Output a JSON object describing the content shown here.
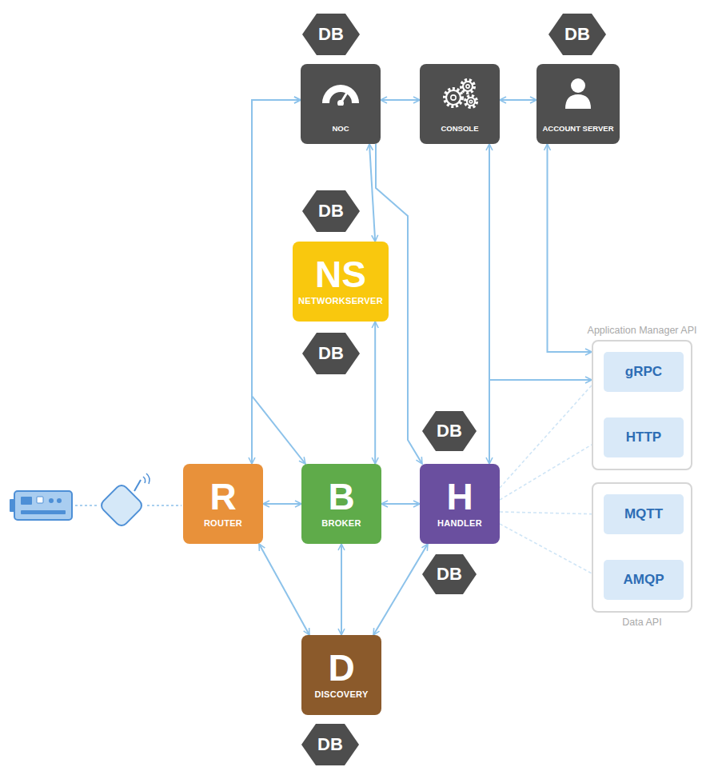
{
  "diagram": {
    "nodes": [
      {
        "text": [
          "DB"
        ]
      },
      {
        "text": [
          "DB"
        ]
      },
      {
        "text": [
          "NOC"
        ]
      },
      {
        "text": [
          "CONSOLE"
        ]
      },
      {
        "text": [
          "ACCOUNT SERVER"
        ]
      },
      {
        "text": [
          "DB"
        ]
      },
      {
        "text": [
          "NS",
          "NETWORKSERVER"
        ]
      },
      {
        "text": [
          "DB"
        ]
      },
      {
        "text": [
          "Application Manager API"
        ]
      },
      {
        "text": [
          "gRPC"
        ],
        "in": 8
      },
      {
        "text": [
          "HTTP"
        ],
        "in": 8
      },
      {
        "text": [
          "DB"
        ]
      },
      {
        "text": [
          "R",
          "ROUTER"
        ]
      },
      {
        "text": [
          "B",
          "BROKER"
        ]
      },
      {
        "text": [
          "H",
          "HANDLER"
        ]
      },
      {
        "text": [
          "DB"
        ]
      },
      {
        "text": [
          "Data API"
        ]
      },
      {
        "text": [
          "MQTT"
        ],
        "in": 16
      },
      {
        "text": [
          "AMQP"
        ],
        "in": 16
      },
      {
        "text": [
          "D",
          "DISCOVERY"
        ]
      },
      {
        "text": [
          "DB"
        ]
      }
    ],
    "edges": [
      {
        "from": 2,
        "to": 3,
        "arrow": "both"
      },
      {
        "from": 3,
        "to": 4,
        "arrow": "both"
      },
      {
        "from": 2,
        "to": 6,
        "arrow": "both"
      },
      {
        "from": 2,
        "to": 12,
        "arrow": "both"
      },
      {
        "from": 2,
        "to": 13,
        "arrow": "both"
      },
      {
        "from": 2,
        "to": 14,
        "arrow": "to"
      },
      {
        "from": 6,
        "to": 13,
        "arrow": "both"
      },
      {
        "from": 12,
        "to": 13,
        "arrow": "both"
      },
      {
        "from": 13,
        "to": 14,
        "arrow": "both"
      },
      {
        "from": 12,
        "to": 19,
        "arrow": "both"
      },
      {
        "from": 13,
        "to": 19,
        "arrow": "both"
      },
      {
        "from": 14,
        "to": 19,
        "arrow": "both"
      },
      {
        "from": 3,
        "to": 14,
        "arrow": "both"
      },
      {
        "from": 3,
        "to": 8,
        "arrow": "to"
      },
      {
        "from": 4,
        "to": 8,
        "arrow": "both"
      },
      {
        "from": 14,
        "to": 9,
        "arrow": "none"
      },
      {
        "from": 14,
        "to": 10,
        "arrow": "none"
      },
      {
        "from": 14,
        "to": 17,
        "arrow": "none"
      },
      {
        "from": 14,
        "to": 18,
        "arrow": "none"
      }
    ]
  }
}
